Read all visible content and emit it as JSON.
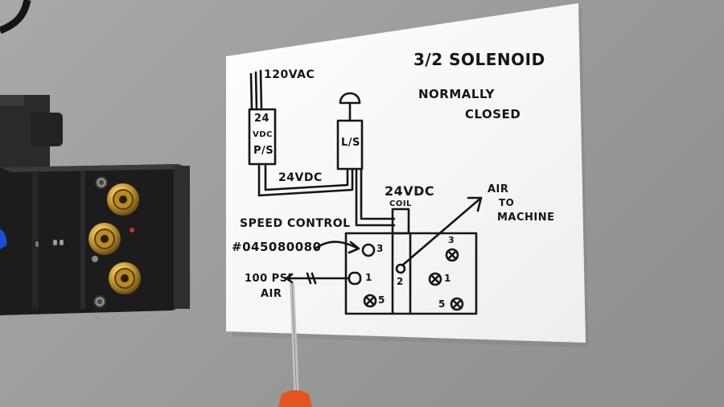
{
  "sketch": {
    "title_line1": "3/2 SOLENOID",
    "title_line2": "NORMALLY",
    "title_line3": "CLOSED",
    "supply_label": "120VAC",
    "power_supply": {
      "line1": "24",
      "line2": "VDC",
      "line3": "P/S"
    },
    "limit_switch": "L/S",
    "wire_label": "24VDC",
    "coil_voltage": "24VDC",
    "coil_label": "COIL",
    "air_out_line1": "AIR",
    "air_out_line2": "TO",
    "air_out_line3": "MACHINE",
    "speed_control_label": "SPEED CONTROL",
    "part_number": "#045080080",
    "air_in_line1": "100 PSI",
    "air_in_line2": "AIR",
    "ports": {
      "p3_left": "3",
      "p1_left": "1",
      "p5_left": "5",
      "p2": "2",
      "p3_right": "3",
      "p1_right": "1",
      "p5_right": "5"
    }
  },
  "colors": {
    "wall": "#9e9e9c",
    "paper": "#f7f7f5",
    "ink": "#151515",
    "brass": "#c9a23a",
    "manifold": "#1c1c1c",
    "screwdriver_handle": "#e2561d"
  }
}
